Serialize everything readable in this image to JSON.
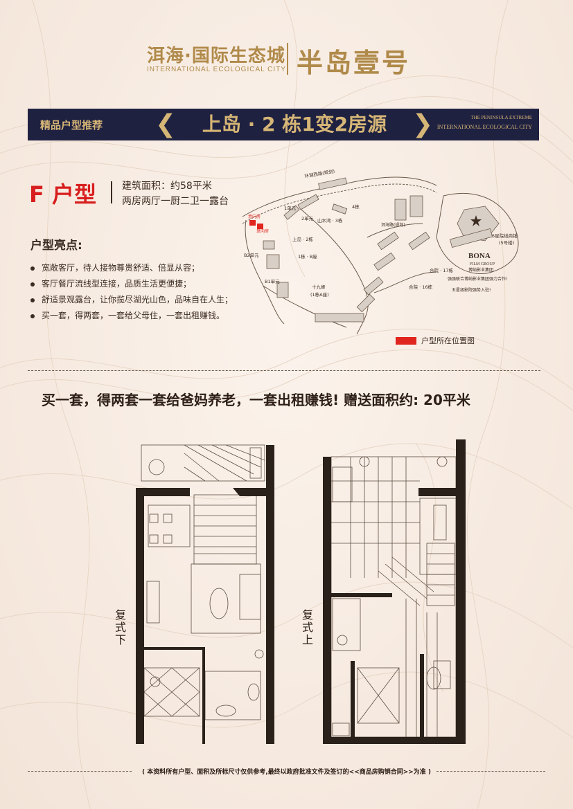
{
  "header": {
    "brand_cn": "洱海·国际生态城",
    "brand_en": "INTERNATIONAL ECOLOGICAL CITY",
    "project_name": "半岛壹号"
  },
  "banner": {
    "left_label": "精品户型推荐",
    "title": "上岛 · 2 栋1变2房源",
    "en_line1": "THE PENINSULA EXTREME",
    "en_line2": "INTERNATIONAL ECOLOGICAL CITY"
  },
  "unit": {
    "type_label": "F 户型",
    "area": "建筑面积：约58平米",
    "layout": "两房两厅一厨二卫一露台"
  },
  "highlights": {
    "title": "户型亮点:",
    "items": [
      "宽敞客厅，待人接物尊贵舒适、倍显从容；",
      "客厅餐厅流线型连接，品质生活更便捷；",
      "舒适景观露台，让你揽尽湖光山色，品味自在人生；",
      "买一套，得两套，一套给父母住，一套出租赚钱。"
    ]
  },
  "map": {
    "labels": {
      "road_top": "环湖西路(规划)",
      "unit_b1": "1单元",
      "unit_b2": "2单元",
      "b4": "4栋",
      "shanmu": "山木湾 · 3栋",
      "shangdao": "上岛 · 2栋",
      "b1b": "1栋 · B座",
      "b2unit": "B2单元",
      "b1unit": "B1单元",
      "shijiu": "十九峰",
      "shijiu2": "(1栋A座)",
      "heyuan17": "合院 · 17栋",
      "heyuan16": "合院 · 16栋",
      "fivestar": "5星院线商铺",
      "building5": "(5号楼)",
      "road_mid": "洱海路(规划)",
      "bona": "BONA",
      "film": "FILM GROUP",
      "bona_cn": "博纳影业集团",
      "coop": "强强联合博纳影业集团强力合作!",
      "cinema": "五星级影院强势入驻!",
      "red1": "意向房",
      "red2": "意向房"
    },
    "legend": "户型所在位置图"
  },
  "slogan": "买一套，得两套一套给爸妈养老，一套出租赚钱! 赠送面积约:  20平米",
  "plans": {
    "lower_label": "复式下",
    "upper_label": "复式上"
  },
  "footer": "( 本资料所有户型、面积及所标尺寸仅供参考,最终以政府批准文件及签订的<<商品房购销合同>>为准 )",
  "colors": {
    "navy": "#1f2141",
    "gold": "#b08a4a",
    "red": "#d81e1e"
  }
}
